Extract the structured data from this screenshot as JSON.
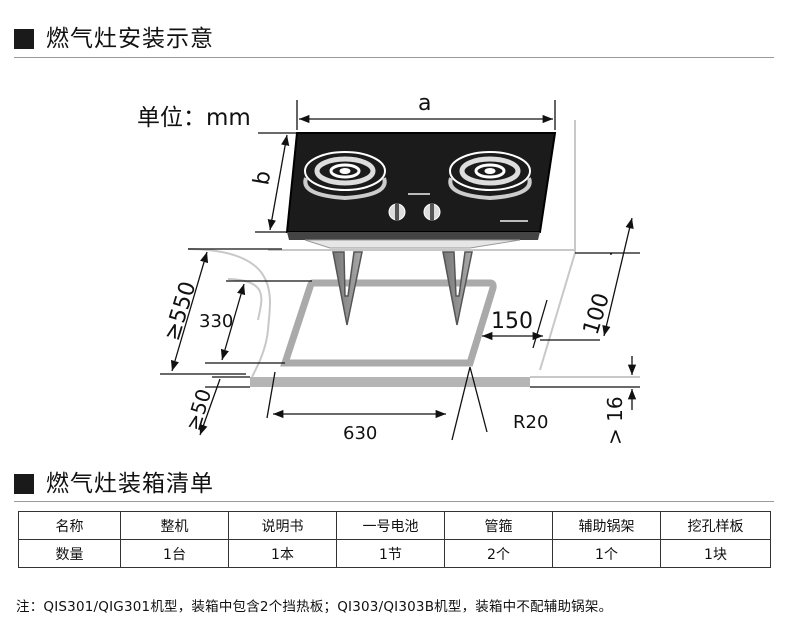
{
  "section1": {
    "title": "燃气灶安装示意"
  },
  "diagram": {
    "unit_label": "单位：mm",
    "labels": {
      "a": "a",
      "b": "b",
      "d550": "≥550",
      "d330": "330",
      "d50": "≥50",
      "d150": "150",
      "d100": "100",
      "d630": "630",
      "r20": "R20",
      "d16": "> 16"
    }
  },
  "section2": {
    "title": "燃气灶装箱清单"
  },
  "packing_table": {
    "headers": [
      "名称",
      "整机",
      "说明书",
      "一号电池",
      "管箍",
      "辅助锅架",
      "挖孔样板"
    ],
    "row": [
      "数量",
      "1台",
      "1本",
      "1节",
      "2个",
      "1个",
      "1块"
    ]
  },
  "note": "注：QIS301/QIG301机型，装箱中包含2个挡热板；QI303/QI303B机型，装箱中不配辅助锅架。"
}
